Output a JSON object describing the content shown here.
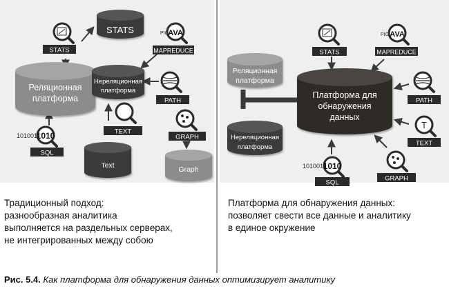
{
  "left": {
    "stats_tag": "STATS",
    "stats_db": "STATS",
    "mapreduce_tag": "MAPREDUCE",
    "pig_text": "PIG",
    "java_text": "AVA",
    "relational_line1": "Реляционная",
    "relational_line2": "платформа",
    "nonrel_line1": "Нереляционная",
    "nonrel_line2": "платформа",
    "path_tag": "PATH",
    "text_tag": "TEXT",
    "graph_tag": "GRAPH",
    "sql_tag": "SQL",
    "binary_small": "101001",
    "binary_big": "1010",
    "text_db": "Text",
    "graph_db": "Graph",
    "caption_lines": [
      "Традиционный подход:",
      "разнообразная аналитика",
      "выполняется на раздельных серверах,",
      "не интегрированных между собою"
    ]
  },
  "right": {
    "stats_tag": "STATS",
    "mapreduce_tag": "MAPREDUCE",
    "pig_text": "PIG",
    "java_text": "AVA",
    "relational_line1": "Реляционная",
    "relational_line2": "платформа",
    "nonrel_line1": "Нереляционная",
    "nonrel_line2": "платформа",
    "discovery_line1": "Платформа для",
    "discovery_line2": "обнаружения",
    "discovery_line3": "данных",
    "path_tag": "PATH",
    "text_tag": "TEXT",
    "text_glyph": "T",
    "graph_tag": "GRAPH",
    "sql_tag": "SQL",
    "binary_small": "101001",
    "binary_big": "1010",
    "caption_lines": [
      "Платформа для обнаружения данных:",
      "позволяет свести все данные и аналитику",
      "в единое окружение"
    ]
  },
  "figure": {
    "number": "Рис. 5.4.",
    "title": "Как платформа для обнаружения данных оптимизирует аналитику"
  },
  "colors": {
    "panel_bg": "#efefef",
    "divider": "#9a9a9a",
    "db_dark": "#3a3a3a",
    "db_mid": "#8c8c8c",
    "db_light": "#a9a9a9",
    "db_discovery": "#2e2a26",
    "tag_bg": "#2b2b2b",
    "arrow": "#3a3a3a"
  }
}
